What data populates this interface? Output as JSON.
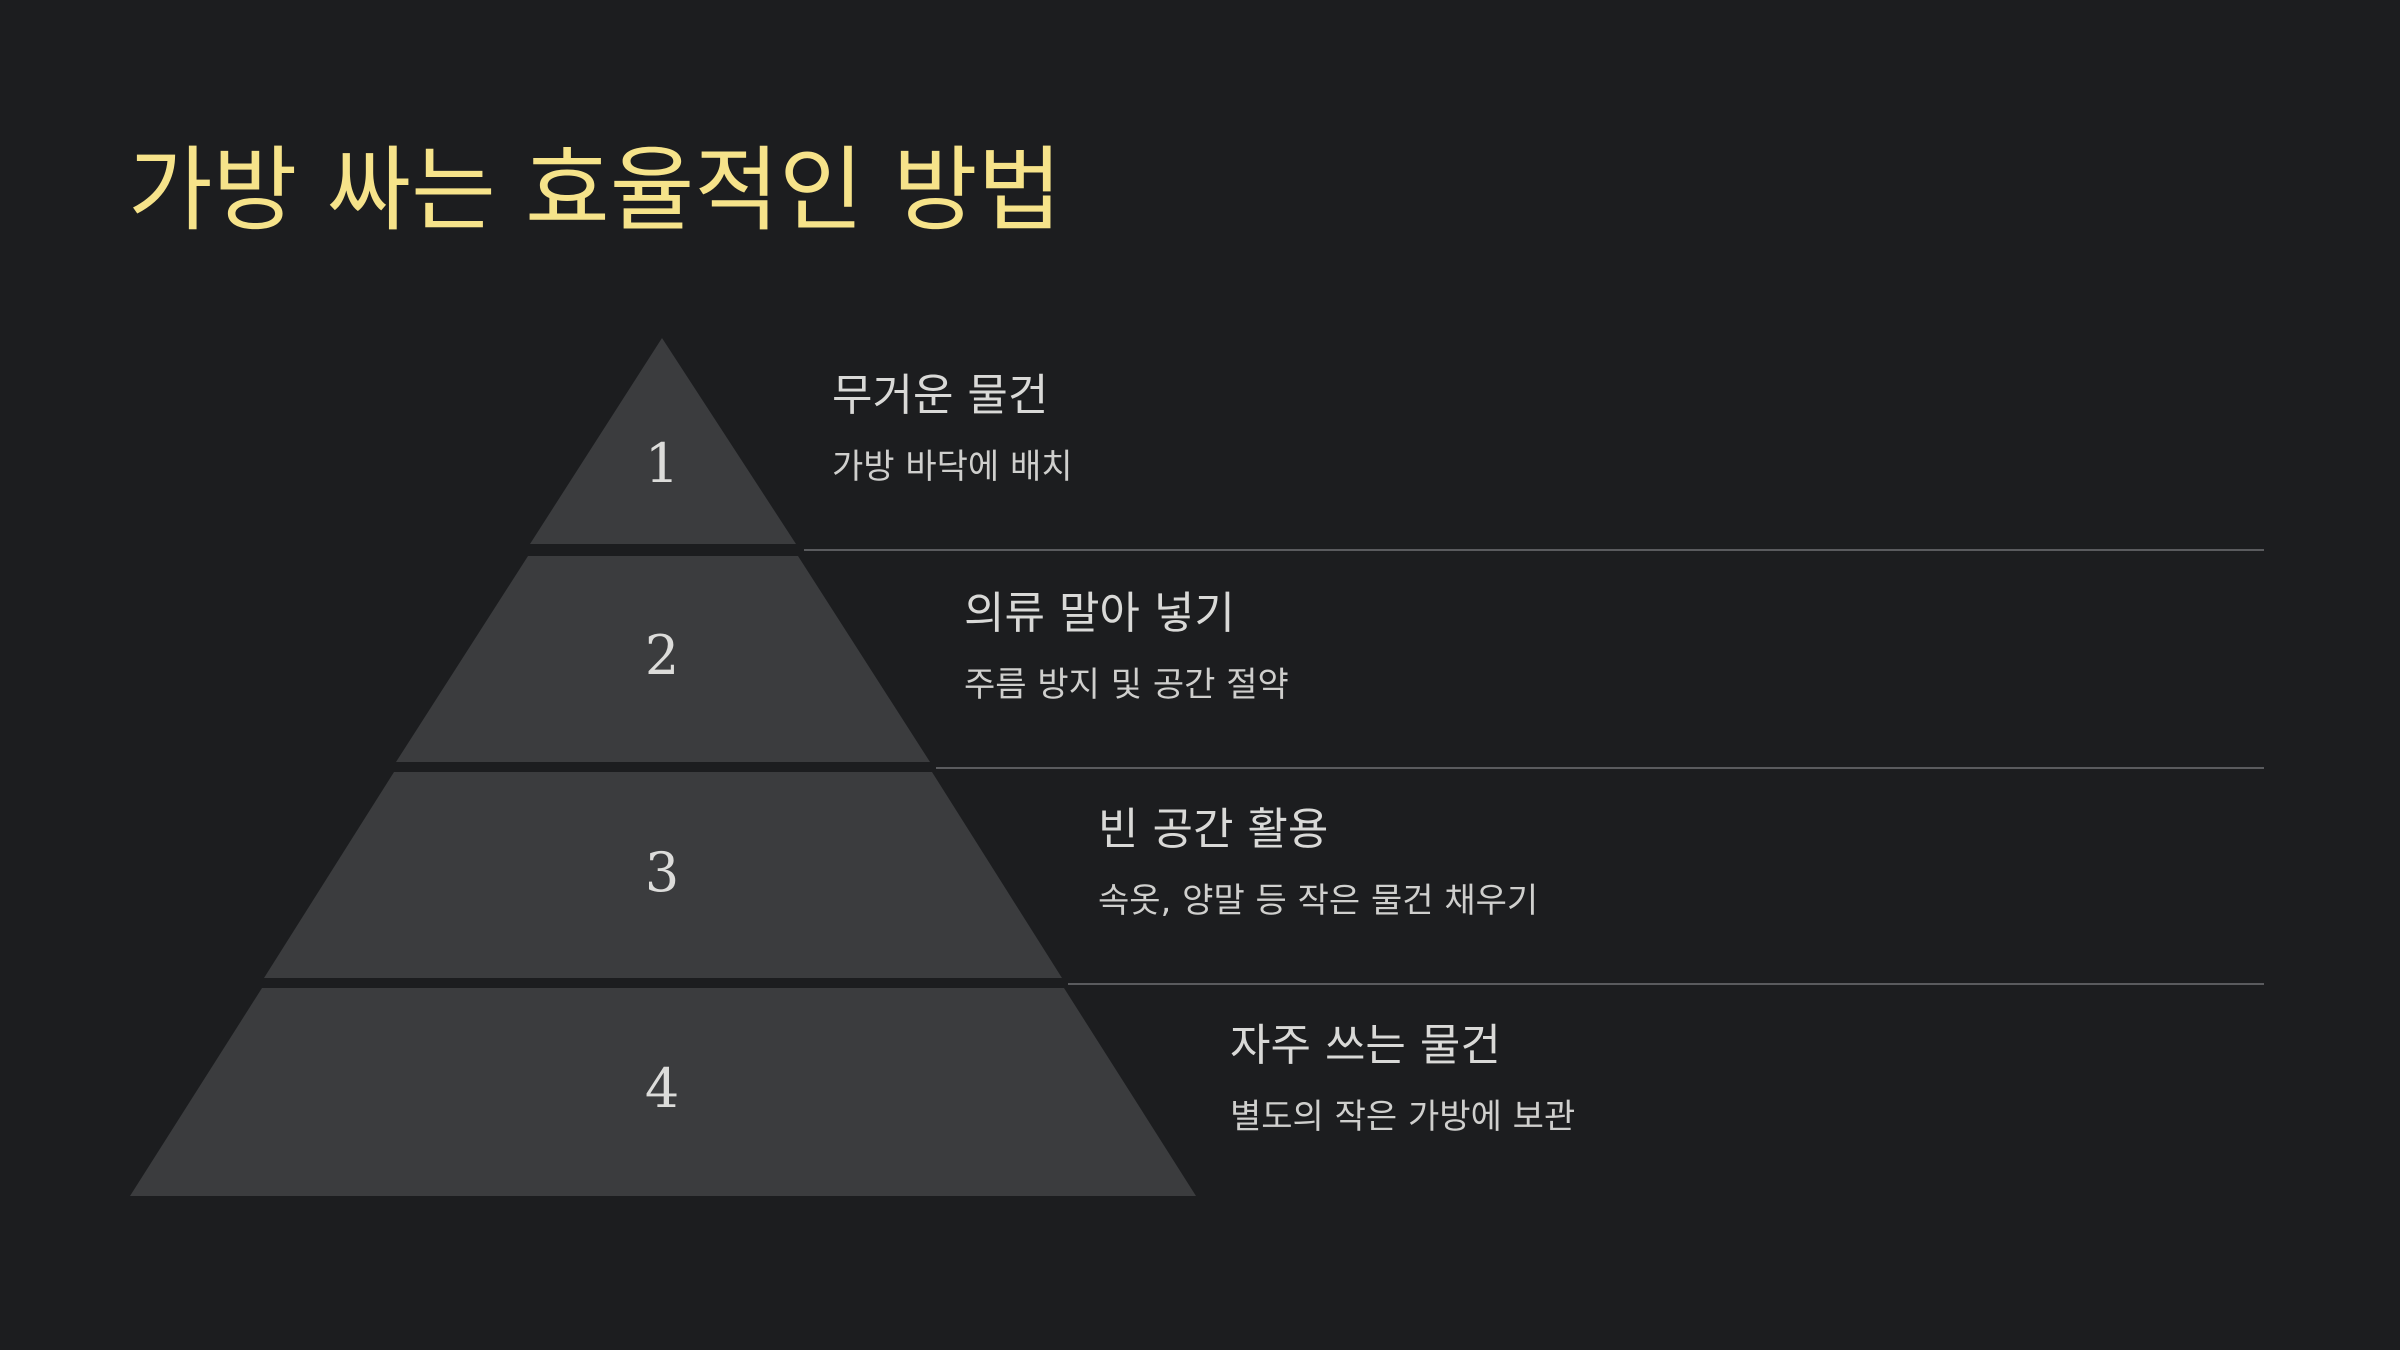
{
  "slide": {
    "title": "가방 싸는 효율적인 방법"
  },
  "levels": [
    {
      "number": "1",
      "heading": "무거운 물건",
      "description": "가방 바닥에 배치"
    },
    {
      "number": "2",
      "heading": "의류 말아 넣기",
      "description": "주름 방지 및 공간 절약"
    },
    {
      "number": "3",
      "heading": "빈 공간 활용",
      "description": "속옷, 양말 등 작은 물건 채우기"
    },
    {
      "number": "4",
      "heading": "자주 쓰는 물건",
      "description": "별도의 작은 가방에 보관"
    }
  ],
  "colors": {
    "background": "#1c1d1f",
    "title": "#f6e38a",
    "pyramid_fill": "#3b3c3e",
    "text": "#d9d9d7",
    "divider": "#5a5b5e"
  }
}
